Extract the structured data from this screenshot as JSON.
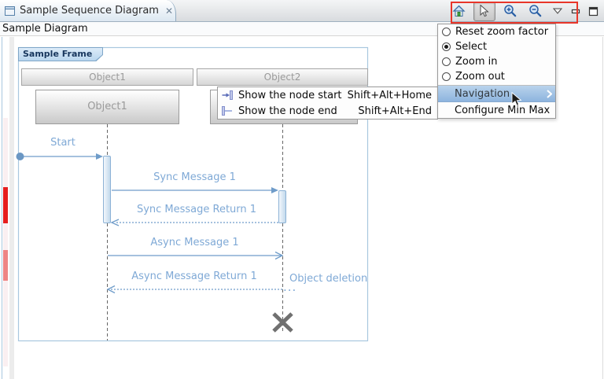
{
  "window": {
    "tab_title": "Sample Sequence Diagram",
    "close_glyph": "✕",
    "diagram_header": "Sample Diagram"
  },
  "toolbar": {
    "buttons": [
      "home",
      "select",
      "zoom-in",
      "zoom-out",
      "menu-dropdown"
    ],
    "selected_button": "select",
    "window_controls": [
      "minimize",
      "maximize"
    ],
    "highlight_color": "#e8362a"
  },
  "menu": {
    "items": [
      {
        "label": "Reset zoom factor",
        "type": "radio",
        "selected": false
      },
      {
        "label": "Select",
        "type": "radio",
        "selected": true
      },
      {
        "label": "Zoom in",
        "type": "radio",
        "selected": false
      },
      {
        "label": "Zoom out",
        "type": "radio",
        "selected": false
      },
      {
        "label": "Navigation",
        "type": "submenu",
        "highlighted": true
      },
      {
        "label": "Configure Min Max",
        "type": "normal"
      }
    ]
  },
  "submenu": {
    "items": [
      {
        "icon": "show-node-start-icon",
        "label": "Show the node start",
        "shortcut": "Shift+Alt+Home"
      },
      {
        "icon": "show-node-end-icon",
        "label": "Show the node end",
        "shortcut": "Shift+Alt+End"
      }
    ]
  },
  "diagram": {
    "frame_label": "Sample Frame",
    "column_headers": [
      "Object1",
      "Object2"
    ],
    "lifeline_names": [
      "Object1",
      "Object2"
    ],
    "messages": [
      {
        "label": "Start",
        "kind": "found-sync"
      },
      {
        "label": "Sync Message 1",
        "kind": "sync"
      },
      {
        "label": "Sync Message Return 1",
        "kind": "return"
      },
      {
        "label": "Async Message 1",
        "kind": "async"
      },
      {
        "label": "Async Message Return 1",
        "kind": "return"
      }
    ],
    "deletion_label": "Object deletion",
    "ellipsis": "...",
    "colors": {
      "message_line": "#6f9cc9",
      "message_label": "#7fa9d6",
      "frame_border": "#a9c7df",
      "destruction_x": "#707070"
    }
  },
  "ruler_markers": {
    "colors": [
      "#e61e1e",
      "#ee8585"
    ]
  }
}
